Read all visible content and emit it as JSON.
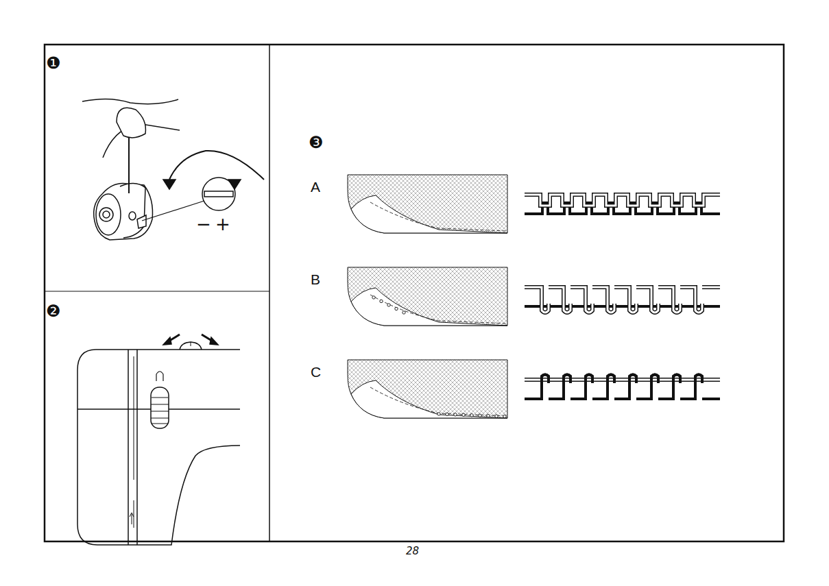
{
  "diagram": {
    "labels": [
      "❶",
      "❷",
      "❸",
      "A",
      "B",
      "C",
      "−",
      "+",
      "28"
    ]
  }
}
